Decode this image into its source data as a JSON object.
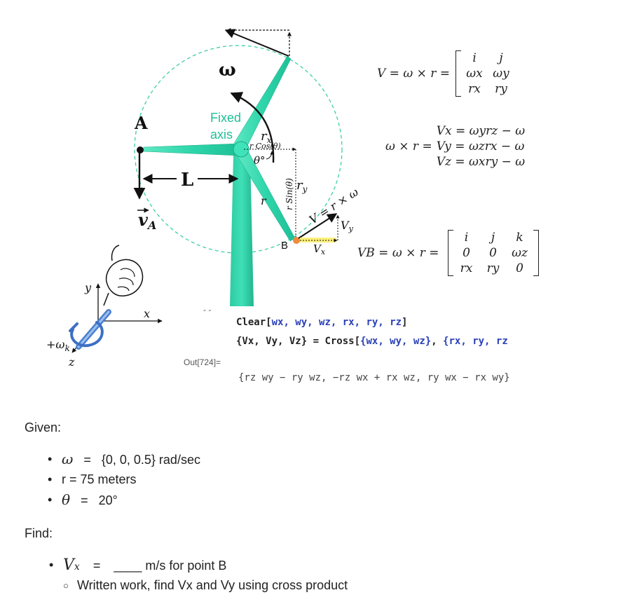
{
  "figure": {
    "omega_symbol": "ω",
    "point_a": "A",
    "point_b": "B",
    "fixed_axis": [
      "Fixed",
      "axis"
    ],
    "length_label": "L",
    "va_label": "v",
    "va_sub": "A",
    "rx": "r",
    "rx_sub": "x",
    "rcos": "r Cos(θ)",
    "theta": "θ°",
    "ry": "r",
    "ry_sub": "y",
    "r_label": "r",
    "rsin": "r Sin(θ)",
    "v_eq": "V = r × ω",
    "vx": "V",
    "vx_sub": "x",
    "vy": "V",
    "vy_sub": "y",
    "axis_x": "x",
    "axis_y": "y",
    "axis_z": "z",
    "omega_k": "+ω",
    "omega_k_sub": "k",
    "dots": "- -"
  },
  "equations": {
    "eq1_lhs": "V = ω × r =",
    "matrix1": [
      [
        "i",
        "j",
        ""
      ],
      [
        "ωx",
        "ωy",
        ""
      ],
      [
        "rx",
        "ry",
        ""
      ]
    ],
    "comp_prefix": "ω × r =",
    "comp_vx": "Vx = ωyrz − ω",
    "comp_vy": "Vy = ωzrx − ω",
    "comp_vz": "Vz = ωxry − ω",
    "eq2_lhs": "VB = ω × r =",
    "matrix2": [
      [
        "i",
        "j",
        "k"
      ],
      [
        "0",
        "0",
        "ωz"
      ],
      [
        "rx",
        "ry",
        "0"
      ]
    ]
  },
  "mathematica": {
    "line1_fn": "Clear",
    "line1_args": "wx, wy, wz, rx, ry, rz",
    "line2_lhs": "{Vx, Vy, Vz} = ",
    "line2_fn": "Cross",
    "line2_args1": "{wx, wy, wz}",
    "line2_args2": "{rx, ry, rz",
    "out_label": "Out[724]=",
    "output": "{rz wy − ry wz, −rz wx + rx wz, ry wx − rx wy}"
  },
  "given": {
    "heading": "Given:",
    "omega_sym": "ω",
    "omega_eq": "=",
    "omega_val": "{0, 0, 0.5} rad/sec",
    "r_line": "r = 75 meters",
    "theta_sym": "θ",
    "theta_eq": "=",
    "theta_val": "20°"
  },
  "find": {
    "heading": "Find:",
    "vx_sym": "V",
    "vx_sub": "x",
    "vx_eq": "=",
    "blank": "____",
    "vx_tail": " m/s for point B",
    "sub_item": "Written work, find Vx and Vy using cross product"
  }
}
